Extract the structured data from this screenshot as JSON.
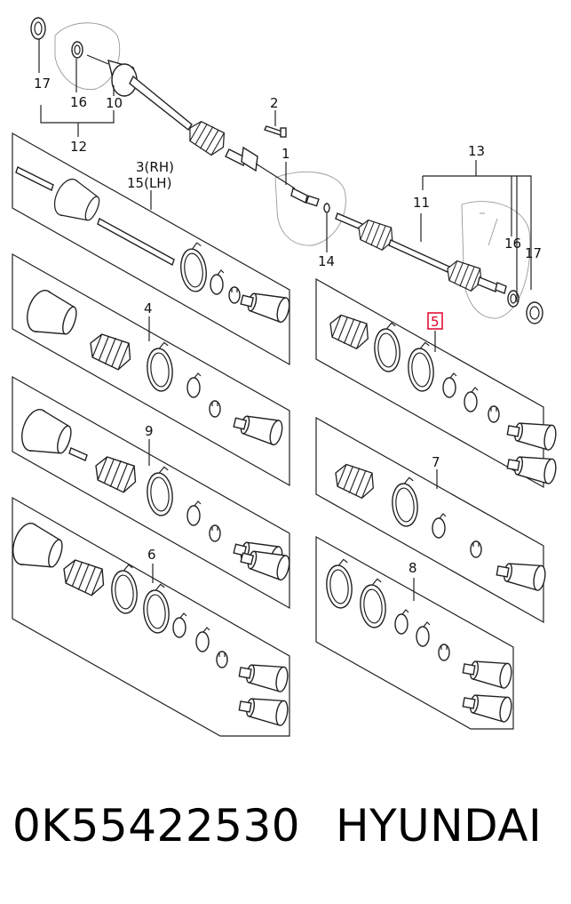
{
  "diagram": {
    "callouts": {
      "c17a": "17",
      "c16a": "16",
      "c10": "10",
      "c12": "12",
      "c2": "2",
      "c1": "1",
      "c3": "3(RH)",
      "c15": "15(LH)",
      "c13": "13",
      "c11": "11",
      "c16b": "16",
      "c17b": "17",
      "c14": "14",
      "c4": "4",
      "c5": "5",
      "c9": "9",
      "c7": "7",
      "c6": "6",
      "c8": "8"
    },
    "highlight_color": "#e0002a"
  },
  "caption": {
    "part_number": "0K55422530",
    "brand": "HYUNDAI"
  }
}
